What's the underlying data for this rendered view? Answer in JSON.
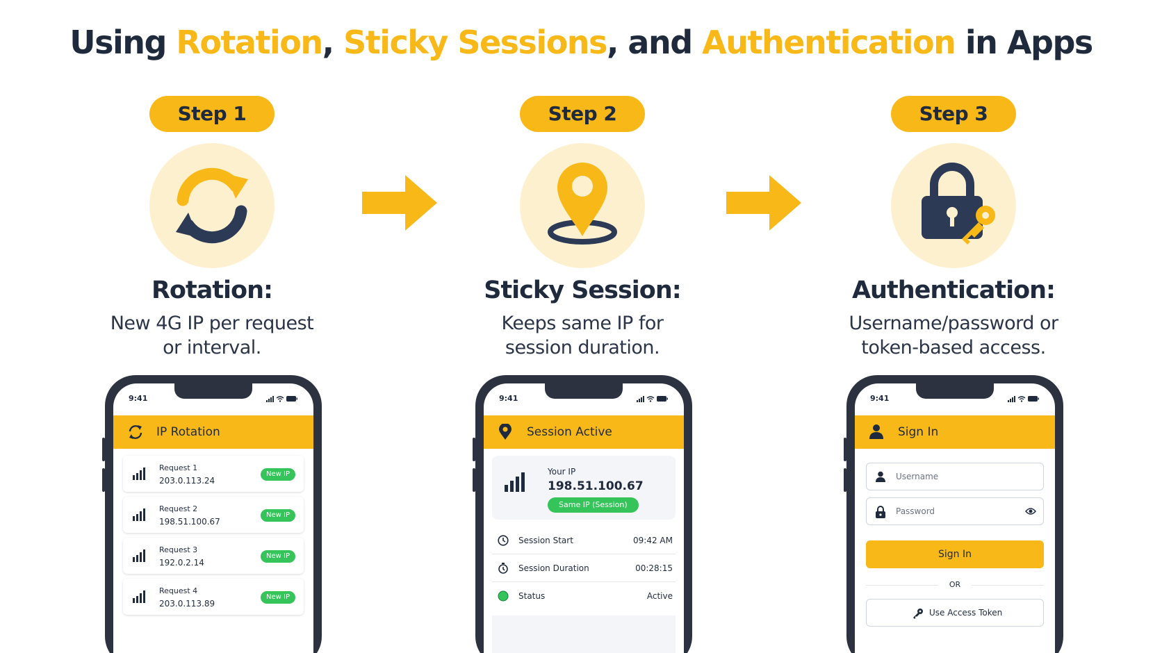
{
  "title": {
    "part1": "Using ",
    "hl1": "Rotation",
    "part2": ", ",
    "hl2": "Sticky Sessions",
    "part3": ", and ",
    "hl3": "Authentication",
    "part4": " in Apps"
  },
  "colors": {
    "accent": "#f8b817",
    "dark": "#1f2a3d",
    "circle": "#fdf0cf",
    "green": "#34c45a"
  },
  "steps": [
    {
      "pill": "Step 1",
      "icon": "refresh-icon",
      "heading": "Rotation:",
      "desc_line1": "New 4G IP per request",
      "desc_line2": "or interval."
    },
    {
      "pill": "Step 2",
      "icon": "location-pin-icon",
      "heading": "Sticky Session:",
      "desc_line1": "Keeps same IP for",
      "desc_line2": "session duration."
    },
    {
      "pill": "Step 3",
      "icon": "lock-key-icon",
      "heading": "Authentication:",
      "desc_line1": "Username/password or",
      "desc_line2": "token-based access."
    }
  ],
  "phones": {
    "rotation": {
      "time": "9:41",
      "app_title": "IP Rotation",
      "requests": [
        {
          "label": "Request 1",
          "ip": "203.0.113.24",
          "badge": "New IP"
        },
        {
          "label": "Request 2",
          "ip": "198.51.100.67",
          "badge": "New IP"
        },
        {
          "label": "Request 3",
          "ip": "192.0.2.14",
          "badge": "New IP"
        },
        {
          "label": "Request 4",
          "ip": "203.0.113.89",
          "badge": "New IP"
        }
      ]
    },
    "session": {
      "time": "9:41",
      "app_title": "Session Active",
      "ip_label": "Your IP",
      "ip_value": "198.51.100.67",
      "ip_badge": "Same IP (Session)",
      "rows": [
        {
          "label": "Session Start",
          "value": "09:42 AM"
        },
        {
          "label": "Session Duration",
          "value": "00:28:15"
        },
        {
          "label": "Status",
          "value": "Active"
        }
      ]
    },
    "auth": {
      "time": "9:41",
      "app_title": "Sign In",
      "username_placeholder": "Username",
      "password_placeholder": "Password",
      "signin_label": "Sign In",
      "or_label": "OR",
      "token_label": "Use Access Token"
    }
  }
}
